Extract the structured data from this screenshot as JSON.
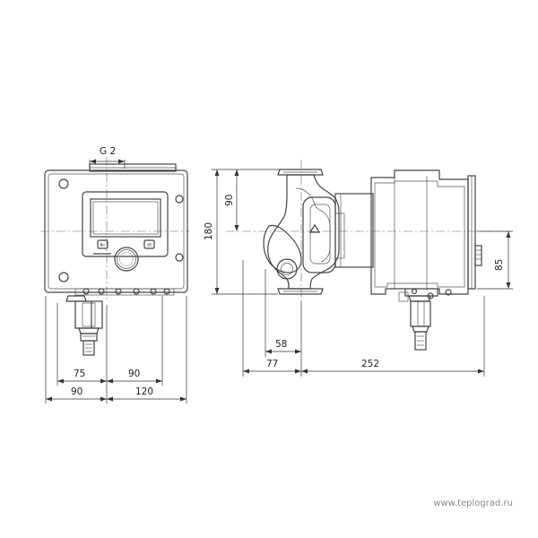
{
  "dimensions": {
    "thread": "G 2",
    "front_left_inner": "75",
    "front_right_inner": "90",
    "front_left_outer": "90",
    "front_right_outer": "120",
    "height_total": "180",
    "height_half": "90",
    "axis_offset": "58",
    "pump_half_length": "77",
    "total_depth": "252",
    "side_height": "85"
  },
  "watermark": "www.teplograd.ru"
}
